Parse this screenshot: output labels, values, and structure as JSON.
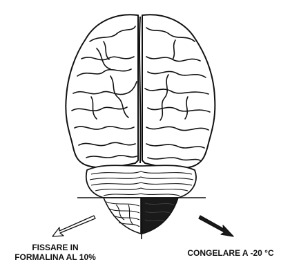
{
  "diagram": {
    "left_step": {
      "line1": "FISSARE IN",
      "line2": "FORMALINA AL 10%",
      "arrow_style": "hollow"
    },
    "right_step": {
      "label": "CONGELARE A -20 °C",
      "arrow_style": "solid"
    },
    "colors": {
      "ink": "#111111",
      "frozen_half": "#1a1a1a",
      "paper": "#ffffff"
    },
    "icons": {
      "left_arrow": "hollow-arrow-icon",
      "right_arrow": "solid-arrow-icon"
    }
  }
}
